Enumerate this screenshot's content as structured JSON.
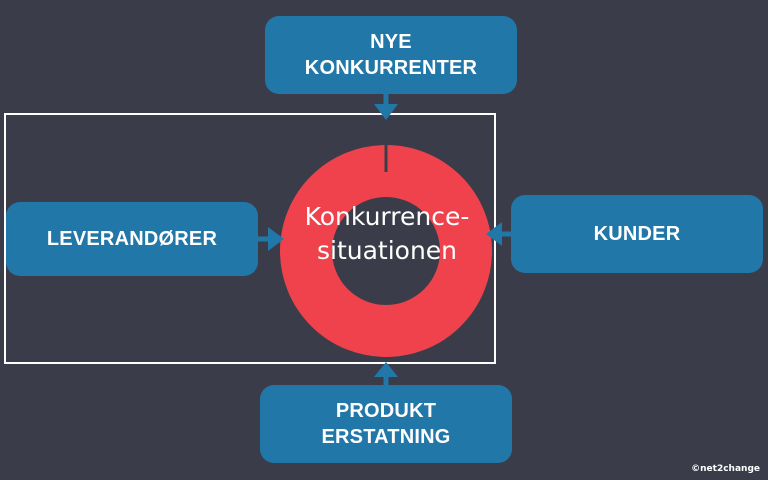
{
  "diagram": {
    "top_box": {
      "line1": "NYE",
      "line2": "KONKURRENTER"
    },
    "left_box": {
      "label": "LEVERANDØRER"
    },
    "right_box": {
      "label": "KUNDER"
    },
    "bottom_box": {
      "line1": "PRODUKT",
      "line2": "ERSTATNING"
    },
    "center": {
      "line1": "Konkurrence-",
      "line2": "situationen"
    },
    "copyright": "©net2change"
  },
  "colors": {
    "background": "#3a3d49",
    "box": "#2277a9",
    "ring": "#f0424c",
    "frame": "#ffffff",
    "text": "#ffffff"
  }
}
